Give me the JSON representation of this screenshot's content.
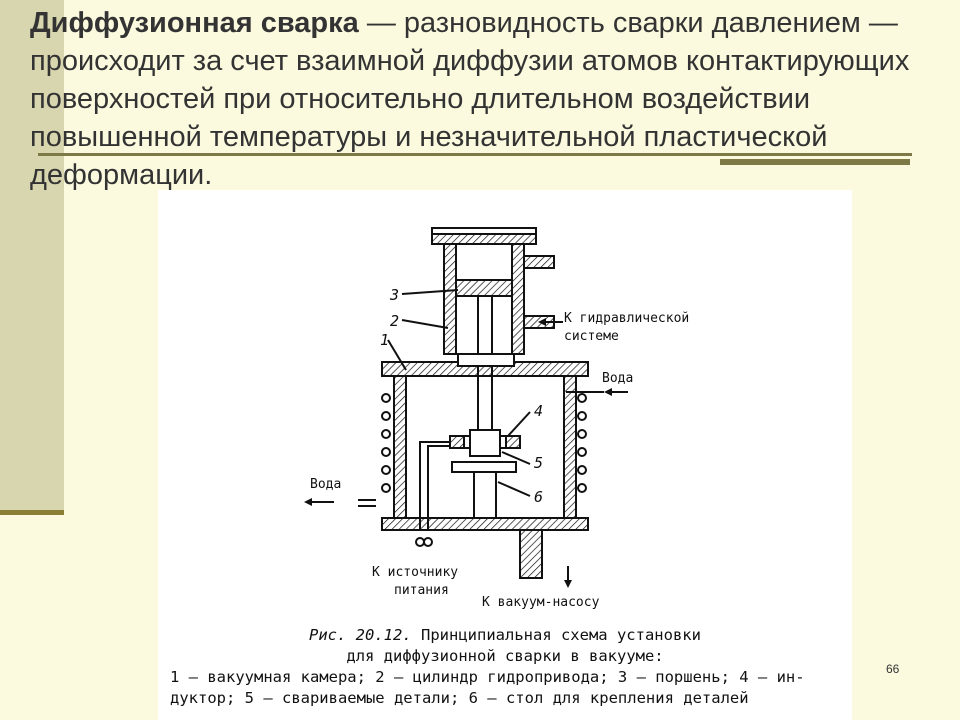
{
  "slide": {
    "heading_bold": "Диффузионная сварка",
    "paragraph_rest": " — разновидность сварки давлением — происходит за счет взаимной диффузии атомов контактирующих поверхностей при относительно длительном воздействии повышенной температуры и незначительной пластической деформации.",
    "page_number": "66"
  },
  "figure": {
    "labels": {
      "n1": "1",
      "n2": "2",
      "n3": "3",
      "n4": "4",
      "n5": "5",
      "n6": "6",
      "hydraulic_line1": "К гидравлической",
      "hydraulic_line2": "системе",
      "water_in": "Вода",
      "water_out": "Вода",
      "power_line1": "К источнику",
      "power_line2": "питания",
      "vacuum": "К вакуум-насосу"
    },
    "caption": {
      "fig_ref": "Рис. 20.12.",
      "title_rest": " Принципиальная схема установки",
      "line2": "для диффузионной сварки в вакууме:",
      "line3": "1 — вакуумная камера; 2 — цилиндр гидропривода; 3 — поршень; 4 — ин-",
      "line4": "дуктор; 5 — свариваемые детали; 6 — стол для крепления деталей"
    }
  },
  "colors": {
    "background": "#fbfadf",
    "sidebar": "#d8d6ae",
    "rule": "#7e7a48",
    "text": "#333333"
  }
}
